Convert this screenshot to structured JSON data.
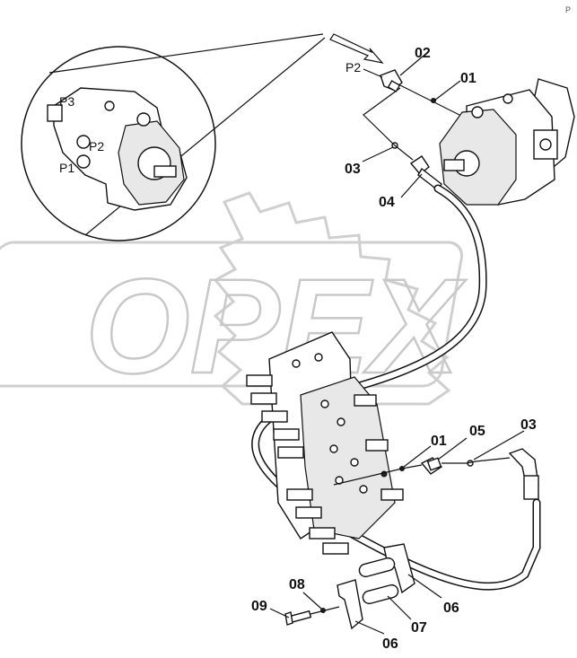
{
  "corner_mark": "P",
  "watermark": "OPEX",
  "inset_ports": {
    "p3": "P3",
    "p2": "P2",
    "p1": "P1"
  },
  "pump_port": "P2",
  "callouts": {
    "c02": "02",
    "c01_top": "01",
    "c03_top": "03",
    "c04": "04",
    "c01_mid": "01",
    "c05": "05",
    "c03_right": "03",
    "c08": "08",
    "c09": "09",
    "c06_right": "06",
    "c07": "07",
    "c06_bottom": "06"
  }
}
